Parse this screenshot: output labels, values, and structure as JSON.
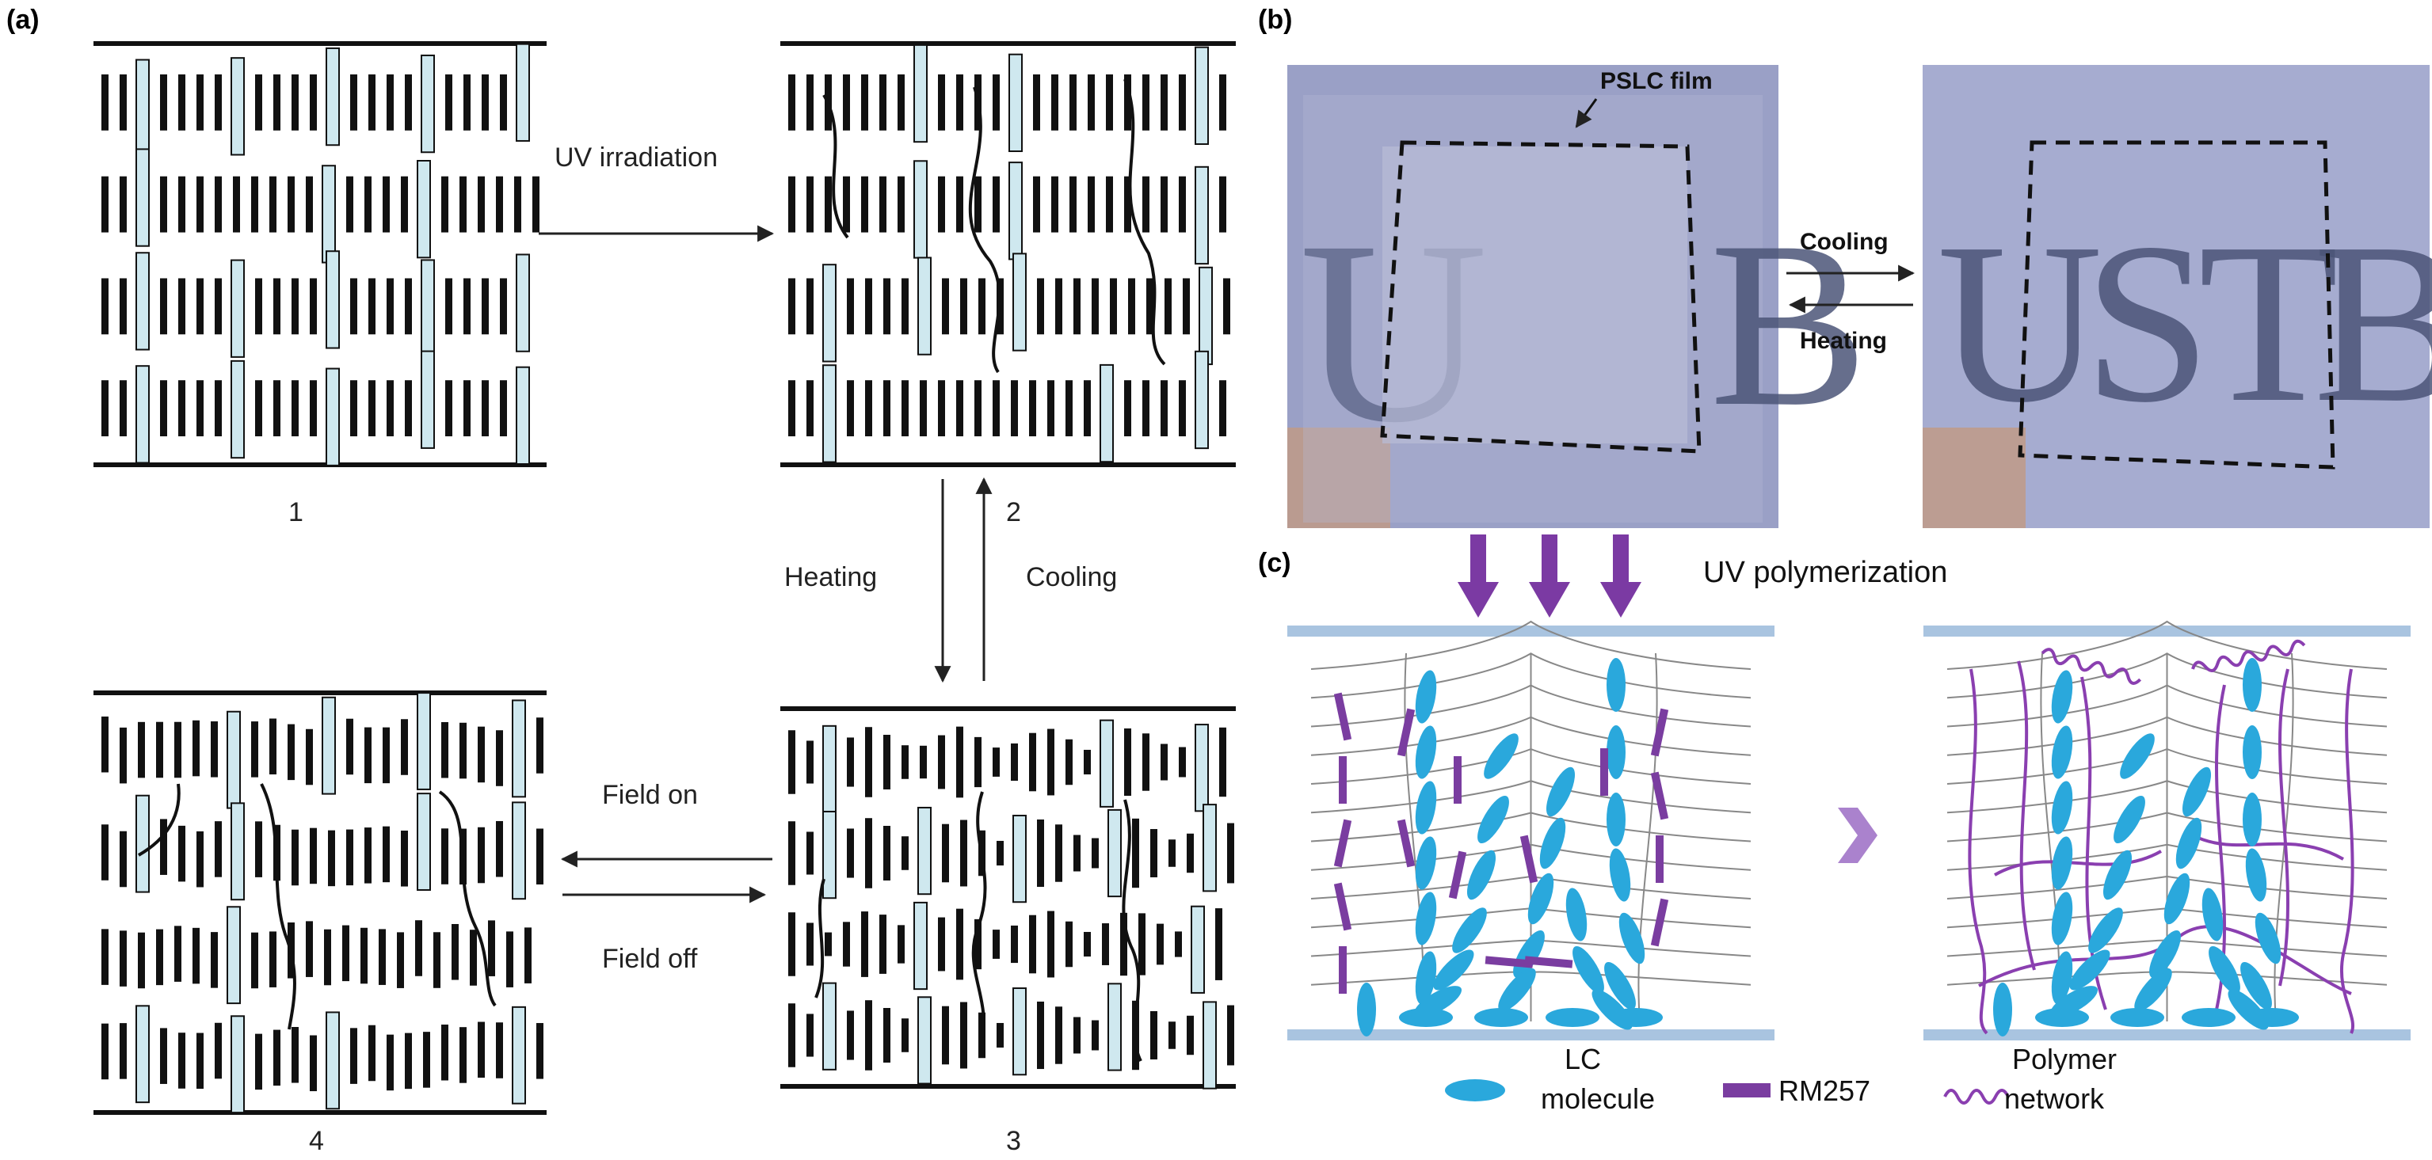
{
  "panel_a": {
    "label": "(a)",
    "states": [
      "1",
      "2",
      "3",
      "4"
    ],
    "arrows": {
      "uv": "UV irradiation",
      "heating": "Heating",
      "cooling": "Cooling",
      "field_on": "Field on",
      "field_off": "Field off"
    }
  },
  "panel_b": {
    "label": "(b)",
    "film_label": "PSLC film",
    "cooling": "Cooling",
    "heating": "Heating",
    "letters_left": [
      "U",
      "B"
    ],
    "letters_right": [
      "U",
      "S",
      "T",
      "B"
    ]
  },
  "panel_c": {
    "label": "(c)",
    "uv_label": "UV polymerization",
    "legend": {
      "lc_line1": "LC",
      "lc_line2": "molecule",
      "rm257": "RM257",
      "polymer_line1": "Polymer",
      "polymer_line2": "network"
    }
  },
  "colors": {
    "lc": "#2aa8dc",
    "rm257": "#7a3da0",
    "polymer": "#8a3fb0",
    "rod_fill": "#cfe8ef",
    "plate": "#a9c4e0",
    "uv_arrow": "#7b3aa3",
    "photo_bg": "#9ba3c8"
  }
}
